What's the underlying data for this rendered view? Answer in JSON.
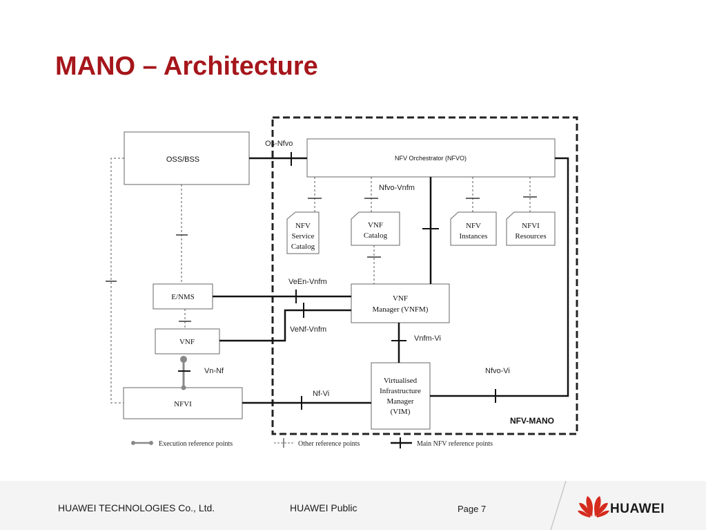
{
  "page": {
    "title": "MANO – Architecture"
  },
  "diagram": {
    "boxes": {
      "oss_bss": "OSS/BSS",
      "nfvo": "NFV Orchestrator (NFVO)",
      "nfv_service_catalog": [
        "NFV",
        "Service",
        "Catalog"
      ],
      "vnf_catalog": [
        "VNF",
        "Catalog"
      ],
      "nfv_instances": [
        "NFV",
        "Instances"
      ],
      "nfvi_resources": [
        "NFVI",
        "Resources"
      ],
      "ems": "E/NMS",
      "vnf": "VNF",
      "vnfm": [
        "VNF",
        "Manager (VNFM)"
      ],
      "nfvi": "NFVI",
      "vim": [
        "Virtualised",
        "Infrastructure",
        "Manager",
        "(VIM)"
      ]
    },
    "reference_points": {
      "os_nfvo": "Os-Nfvo",
      "nfvo_vnfm": "Nfvo-Vnfm",
      "veen_vnfm": "VeEn-Vnfm",
      "venf_vnfm": "VeNf-Vnfm",
      "vnfm_vi": "Vnfm-Vi",
      "nfvo_vi": "Nfvo-Vi",
      "vn_nf": "Vn-Nf",
      "nf_vi": "Nf-Vi"
    },
    "mano_label": "NFV-MANO",
    "legend": {
      "execution": "Execution reference points",
      "other": "Other reference points",
      "main": "Main NFV reference points"
    }
  },
  "footer": {
    "company": "HUAWEI TECHNOLOGIES Co., Ltd.",
    "classification": "HUAWEI Public",
    "page": "Page 7",
    "brand": "HUAWEI"
  },
  "colors": {
    "title": "#a5161b",
    "logo": "#d52b1e",
    "footer_bg": "#f4f4f4"
  }
}
